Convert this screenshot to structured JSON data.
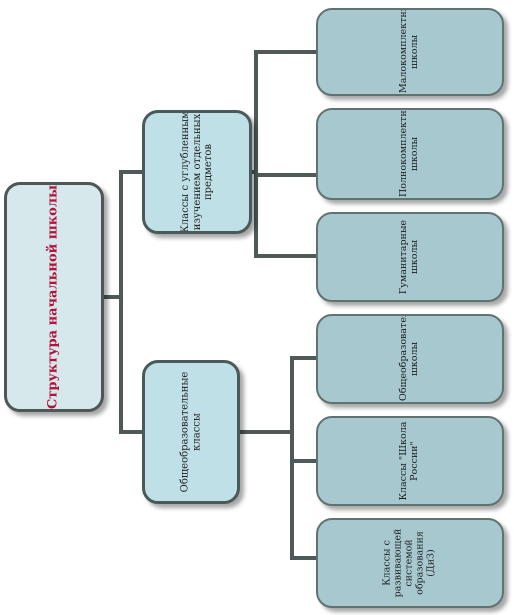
{
  "diagram": {
    "root": {
      "label": "Структура начальной школы"
    },
    "branches": [
      {
        "label": "Классы с углубленным изучением отдельных предметов",
        "children": [
          {
            "label": "Малокомплектные школы"
          },
          {
            "label": "Полнокомплектные школы"
          },
          {
            "label": "Гуманитарные школы"
          }
        ]
      },
      {
        "label": "Общеобразовательные классы",
        "children": [
          {
            "label": "Общеобразовательные школы"
          },
          {
            "label": "Классы \"Школа России\""
          },
          {
            "label": "Классы с развивающей системой образования (ДиЗ)"
          }
        ]
      }
    ],
    "colors": {
      "root_text": "#b3123a",
      "box_fill": "#a7c8cf",
      "connector": "#4f5a58"
    }
  }
}
